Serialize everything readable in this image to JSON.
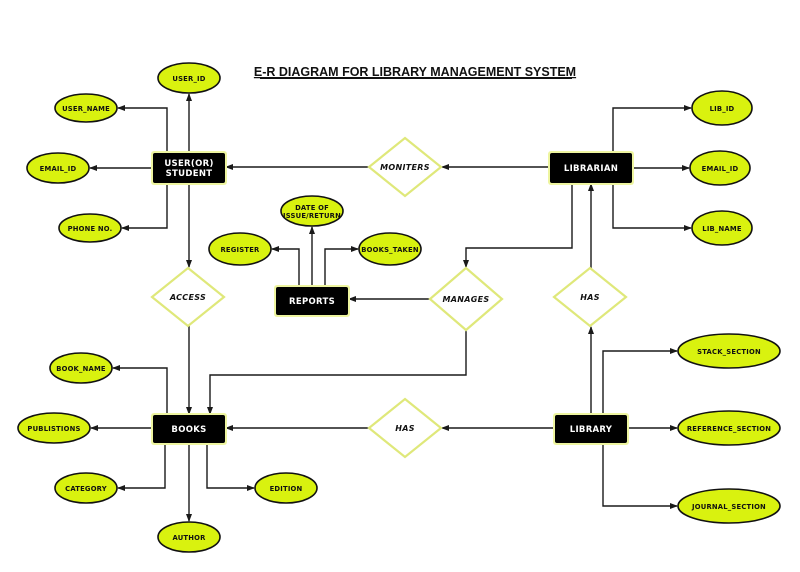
{
  "title": "E-R DIAGRAM FOR LIBRARY MANAGEMENT SYSTEM",
  "colors": {
    "attribute_fill": "#d9f20f",
    "attribute_stroke": "#111111",
    "entity_fill": "#000000",
    "entity_glow": "#eef5a0",
    "relationship_stroke": "#dfe87a",
    "line": "#1a1a1a"
  },
  "entities": [
    {
      "id": "user",
      "lines": [
        "USER(OR)",
        "STUDENT"
      ]
    },
    {
      "id": "librarian",
      "lines": [
        "LIBRARIAN"
      ]
    },
    {
      "id": "reports",
      "lines": [
        "REPORTS"
      ]
    },
    {
      "id": "books",
      "lines": [
        "BOOKS"
      ]
    },
    {
      "id": "library",
      "lines": [
        "LIBRARY"
      ]
    }
  ],
  "relationships": [
    {
      "id": "moniters",
      "label": "MONITERS"
    },
    {
      "id": "access",
      "label": "ACCESS"
    },
    {
      "id": "manages",
      "label": "MANAGES"
    },
    {
      "id": "has_lib",
      "label": "HAS"
    },
    {
      "id": "has_books",
      "label": "HAS"
    }
  ],
  "attributes": [
    {
      "id": "user_id",
      "lines": [
        "USER_ID"
      ],
      "entity": "user"
    },
    {
      "id": "user_name",
      "lines": [
        "USER_NAME"
      ],
      "entity": "user"
    },
    {
      "id": "user_email",
      "lines": [
        "EMAIL_ID"
      ],
      "entity": "user"
    },
    {
      "id": "phone",
      "lines": [
        "PHONE NO."
      ],
      "entity": "user"
    },
    {
      "id": "lib_id",
      "lines": [
        "LIB_ID"
      ],
      "entity": "librarian"
    },
    {
      "id": "lib_email",
      "lines": [
        "EMAIL_ID"
      ],
      "entity": "librarian"
    },
    {
      "id": "lib_name",
      "lines": [
        "LIB_NAME"
      ],
      "entity": "librarian"
    },
    {
      "id": "date",
      "lines": [
        "DATE OF",
        "ISSUE/RETURN"
      ],
      "entity": "reports"
    },
    {
      "id": "register",
      "lines": [
        "REGISTER"
      ],
      "entity": "reports"
    },
    {
      "id": "books_taken",
      "lines": [
        "BOOKS_TAKEN"
      ],
      "entity": "reports"
    },
    {
      "id": "book_name",
      "lines": [
        "BOOK_NAME"
      ],
      "entity": "books"
    },
    {
      "id": "publications",
      "lines": [
        "PUBLISTIONS"
      ],
      "entity": "books"
    },
    {
      "id": "category",
      "lines": [
        "CATEGORY"
      ],
      "entity": "books"
    },
    {
      "id": "edition",
      "lines": [
        "EDITION"
      ],
      "entity": "books"
    },
    {
      "id": "author",
      "lines": [
        "AUTHOR"
      ],
      "entity": "books"
    },
    {
      "id": "stack",
      "lines": [
        "STACK_SECTION"
      ],
      "entity": "library"
    },
    {
      "id": "reference",
      "lines": [
        "REFERENCE_SECTION"
      ],
      "entity": "library"
    },
    {
      "id": "journal",
      "lines": [
        "JOURNAL_SECTION"
      ],
      "entity": "library"
    }
  ],
  "edges": [
    {
      "from": "librarian",
      "to": "moniters"
    },
    {
      "from": "moniters",
      "to": "user"
    },
    {
      "from": "user",
      "to": "access"
    },
    {
      "from": "access",
      "to": "books"
    },
    {
      "from": "librarian",
      "to": "manages"
    },
    {
      "from": "manages",
      "to": "reports"
    },
    {
      "from": "manages",
      "to": "books"
    },
    {
      "from": "library",
      "to": "has_lib"
    },
    {
      "from": "has_lib",
      "to": "librarian"
    },
    {
      "from": "library",
      "to": "has_books"
    },
    {
      "from": "has_books",
      "to": "books"
    }
  ]
}
